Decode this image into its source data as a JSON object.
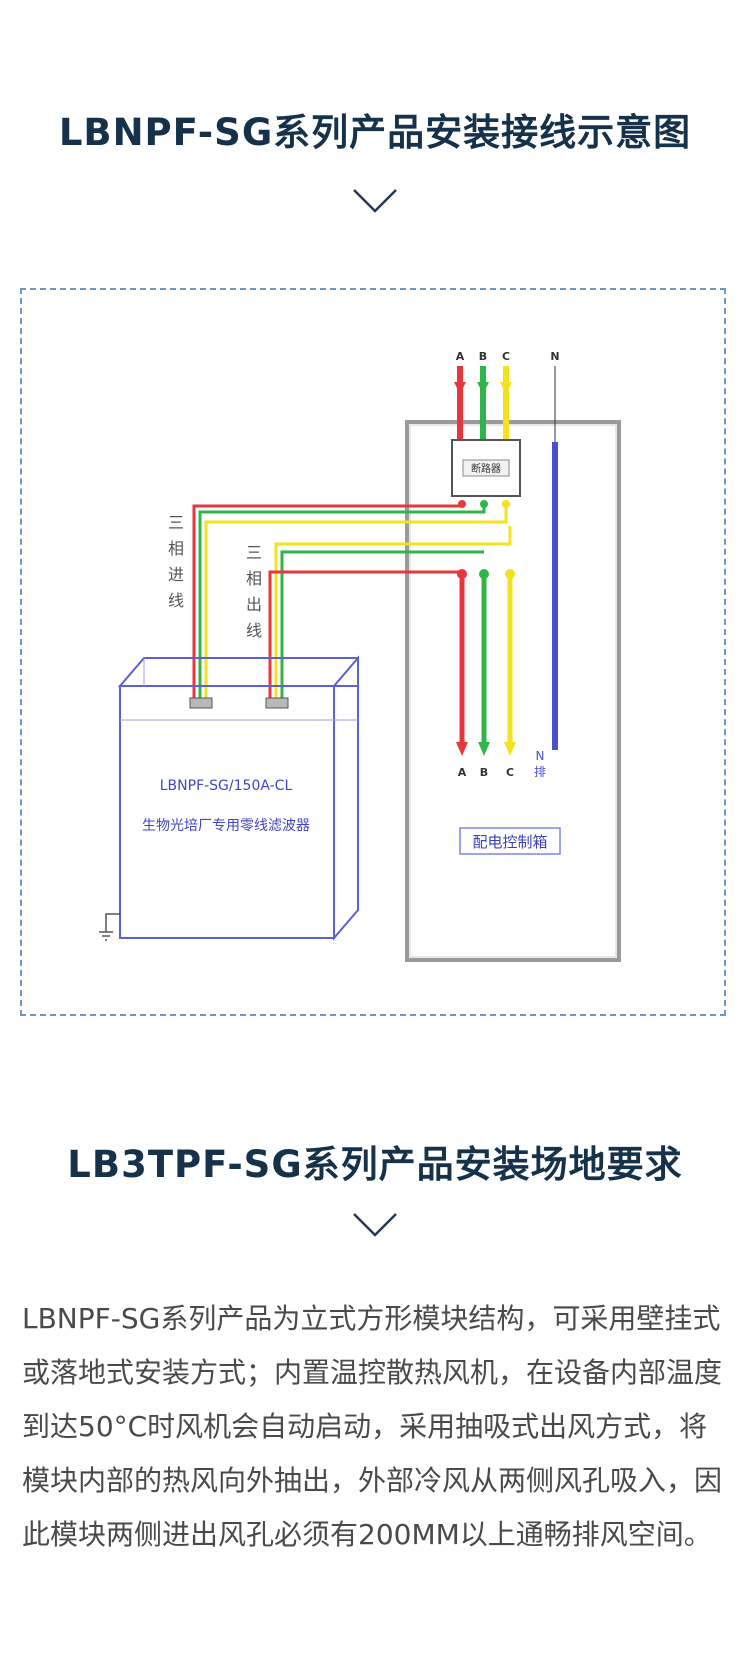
{
  "section1": {
    "title": "LBNPF-SG系列产品安装接线示意图"
  },
  "diagram": {
    "phase_top_labels": [
      "A",
      "B",
      "C"
    ],
    "neutral_top_label": "N",
    "breaker_label": "断路器",
    "input_label_chars": [
      "三",
      "相",
      "进",
      "线"
    ],
    "output_label_chars": [
      "三",
      "相",
      "出",
      "线"
    ],
    "phase_bottom_labels": [
      "A",
      "B",
      "C"
    ],
    "neutral_bottom_label_chars": [
      "N",
      "排"
    ],
    "filter_model": "LBNPF-SG/150A-CL",
    "filter_name": "生物光培厂专用零线滤波器",
    "cabinet_label": "配电控制箱",
    "colors": {
      "phase_a": "#e8363c",
      "phase_b": "#2fb54a",
      "phase_c": "#f2e21f",
      "neutral": "#4a4fd0",
      "filter_outline": "#5a60d8"
    }
  },
  "section2": {
    "title": "LB3TPF-SG系列产品安装场地要求",
    "paragraph": "LBNPF-SG系列产品为立式方形模块结构，可采用壁挂式或落地式安装方式；内置温控散热风机，在设备内部温度到达50°C时风机会自动启动，采用抽吸式出风方式，将模块内部的热风向外抽出，外部冷风从两侧风孔吸入，因此模块两侧进出风孔必须有200MM以上通畅排风空间。"
  }
}
